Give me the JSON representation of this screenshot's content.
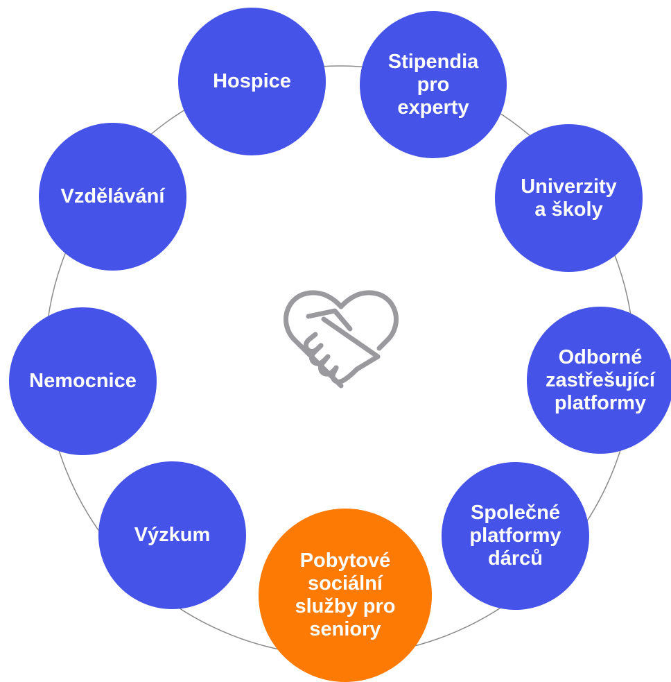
{
  "nodes": [
    {
      "id": "hospice",
      "label": "Hospice",
      "color": "#4553e8"
    },
    {
      "id": "stipendia",
      "label": "Stipendia\npro\nexperty",
      "color": "#4553e8"
    },
    {
      "id": "univerzity",
      "label": "Univerzity\na školy",
      "color": "#4553e8"
    },
    {
      "id": "odborne",
      "label": "Odborné\nzastřešující\nplatformy",
      "color": "#4553e8"
    },
    {
      "id": "spolecne",
      "label": "Společné\nplatformy\ndárců",
      "color": "#4553e8"
    },
    {
      "id": "pobytove",
      "label": "Pobytové\nsociální\nslužby pro\nseniory",
      "color": "#fd7a05"
    },
    {
      "id": "vyzkum",
      "label": "Výzkum",
      "color": "#4553e8"
    },
    {
      "id": "nemocnice",
      "label": "Nemocnice",
      "color": "#4553e8"
    },
    {
      "id": "vzdelavani",
      "label": "Vzdělávání",
      "color": "#4553e8"
    }
  ],
  "center_icon": "heart-handshake-icon",
  "colors": {
    "node_blue": "#4553e8",
    "node_orange": "#fd7a05",
    "ring_line": "#8a8a8a",
    "icon_stroke": "#9a9a9e"
  }
}
